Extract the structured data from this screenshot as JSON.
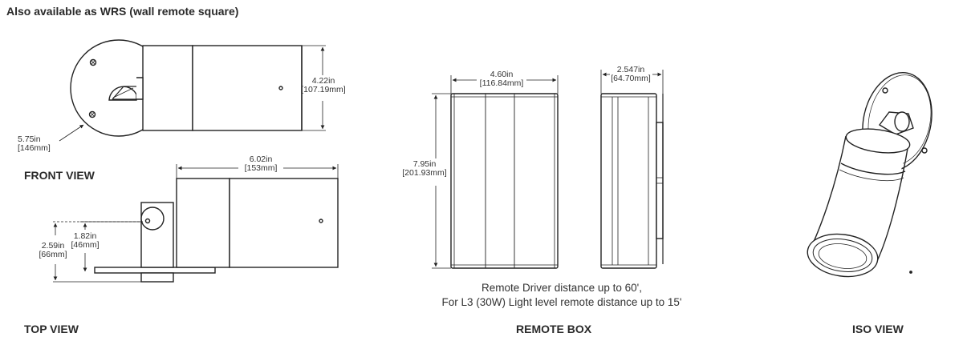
{
  "header": {
    "note": "Also available as WRS (wall remote square)"
  },
  "views": {
    "front": {
      "title": "FRONT VIEW"
    },
    "top": {
      "title": "TOP VIEW"
    },
    "remote": {
      "title": "REMOTE BOX"
    },
    "iso": {
      "title": "ISO VIEW"
    }
  },
  "dimensions": {
    "front_height": {
      "in": "4.22in",
      "mm": "[107.19mm]"
    },
    "front_diameter": {
      "in": "5.75in",
      "mm": "[146mm]"
    },
    "top_length": {
      "in": "6.02in",
      "mm": "[153mm]"
    },
    "top_pivot": {
      "in": "1.82in",
      "mm": "[46mm]"
    },
    "top_depth": {
      "in": "2.59in",
      "mm": "[66mm]"
    },
    "box_width": {
      "in": "4.60in",
      "mm": "[116.84mm]"
    },
    "box_height": {
      "in": "7.95in",
      "mm": "[201.93mm]"
    },
    "box_depth": {
      "in": "2.547in",
      "mm": "[64.70mm]"
    }
  },
  "remote_note": {
    "line1": "Remote Driver distance up to 60',",
    "line2": "For L3 (30W) Light level remote distance up to 15'"
  }
}
